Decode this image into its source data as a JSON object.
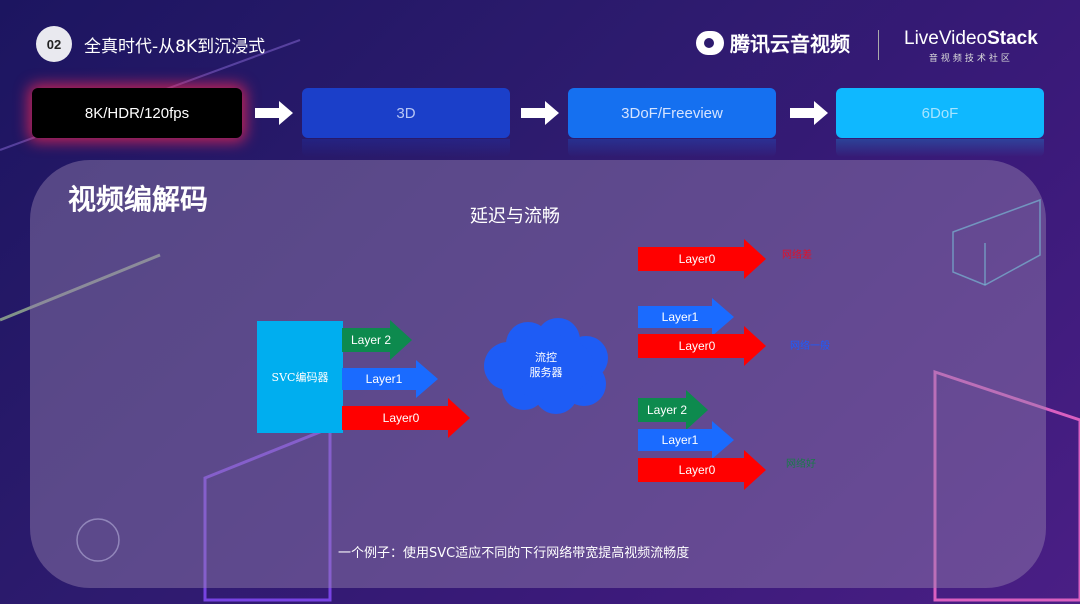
{
  "header": {
    "badge_number": "02",
    "slide_title": "全真时代-从8K到沉浸式",
    "brand_name": "腾讯云音视频",
    "partner_name_light": "LiveVideo",
    "partner_name_bold": "Stack",
    "partner_subtitle": "音视频技术社区"
  },
  "pipeline": {
    "stages": [
      {
        "label": "8K/HDR/120fps"
      },
      {
        "label": "3D"
      },
      {
        "label": "3DoF/Freeview"
      },
      {
        "label": "6DoF"
      }
    ]
  },
  "panel": {
    "title": "视频编解码",
    "diagram_title": "延迟与流畅",
    "encoder_label": "SVC编码器",
    "server_label_line1": "流控",
    "server_label_line2": "服务器",
    "encoder_layers": [
      "Layer 2",
      "Layer1",
      "Layer0"
    ],
    "client_groups": [
      {
        "layers": [
          "Layer0"
        ],
        "label": "网络差",
        "label_color": "#e0102a"
      },
      {
        "layers": [
          "Layer1",
          "Layer0"
        ],
        "label": "网络一般",
        "label_color": "#1a5cff"
      },
      {
        "layers": [
          "Layer 2",
          "Layer1",
          "Layer0"
        ],
        "label": "网络好",
        "label_color": "#1a7a4a"
      }
    ],
    "caption": "一个例子：使用SVC适应不同的下行网络带宽提高视频流畅度"
  },
  "colors": {
    "layer0": "#ff0000",
    "layer1": "#1a6bff",
    "layer2": "#0d8a4e",
    "encoder": "#00aeef",
    "server": "#1e5cf5"
  }
}
